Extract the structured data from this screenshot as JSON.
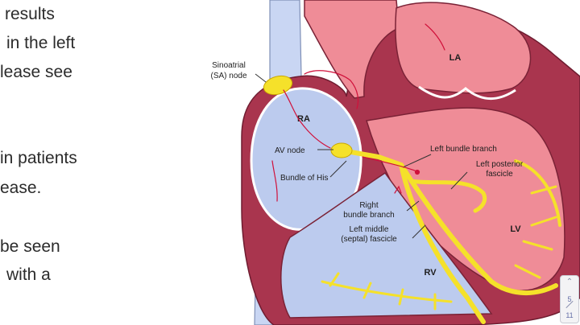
{
  "slide_text": [
    "results",
    "in the left",
    "lease see",
    "in patients",
    "ease.",
    "be seen",
    "with a"
  ],
  "diagram": {
    "labels": {
      "la": "LA",
      "ra": "RA",
      "lv": "LV",
      "rv": "RV",
      "sa_node_line1": "Sinoatrial",
      "sa_node_line2": "(SA) node",
      "av_node": "AV node",
      "bundle_of_his": "Bundle of His",
      "left_bundle_branch": "Left bundle branch",
      "left_posterior_line1": "Left posterior",
      "left_posterior_line2": "fascicle",
      "right_bundle_line1": "Right",
      "right_bundle_line2": "bundle branch",
      "left_middle_line1": "Left middle",
      "left_middle_line2": "(septal) fascicle"
    },
    "colors": {
      "myocardium": "#a9354e",
      "left_chambers": "#ef8c97",
      "right_chambers": "#bccbee",
      "vessel": "#c9d6f3",
      "conduction": "#f5e12a",
      "annotation_ink": "#d0103a"
    }
  },
  "page_indicator": {
    "current": "5",
    "total": "11",
    "up_icon": "chevron-up-icon"
  }
}
